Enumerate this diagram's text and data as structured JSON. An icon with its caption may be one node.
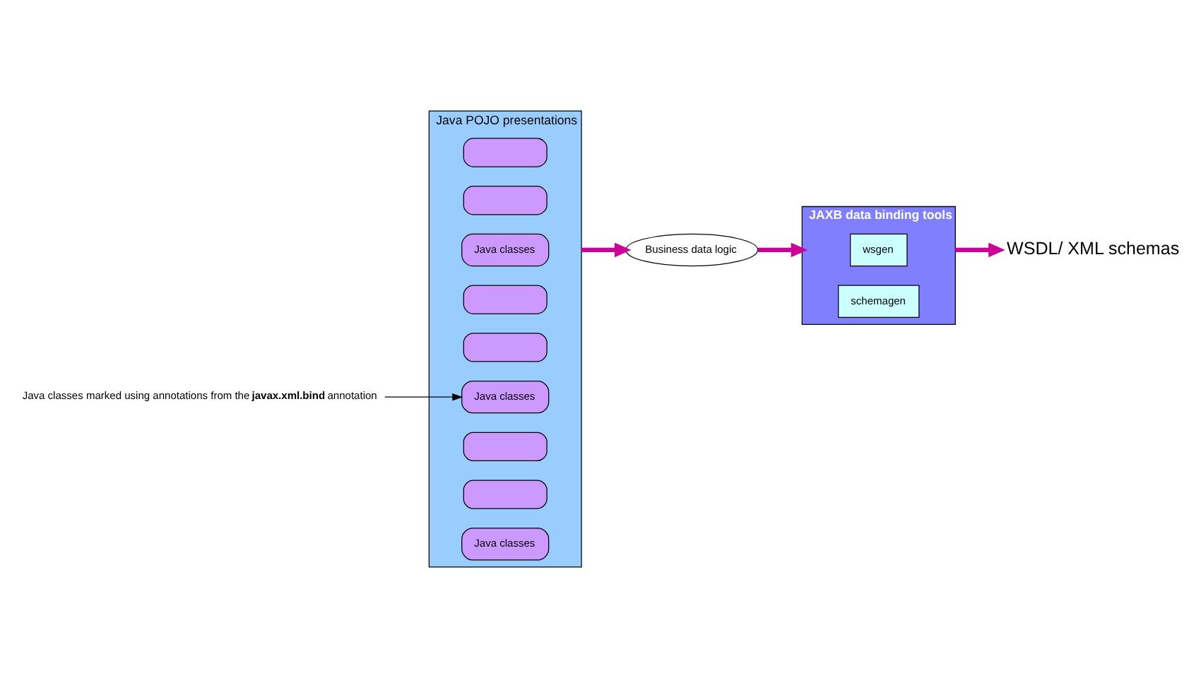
{
  "diagram": {
    "nodes": [
      {
        "text": [
          "JAXB data binding tools"
        ]
      },
      {
        "text": [
          "wsgen"
        ],
        "in": 0
      },
      {
        "text": [
          "schemagen"
        ],
        "in": 0
      },
      {
        "text": [
          "Business data logic"
        ]
      },
      {
        "text": [
          "WSDL/ XML schemas"
        ]
      },
      {
        "text": [
          "Java POJO presentations"
        ]
      },
      {
        "text": [],
        "shape": "box",
        "in": 5
      },
      {
        "text": [],
        "shape": "box",
        "in": 5
      },
      {
        "text": [
          "Java classes"
        ],
        "in": 5
      },
      {
        "text": [],
        "shape": "box",
        "in": 5
      },
      {
        "text": [],
        "shape": "box",
        "in": 5
      },
      {
        "text": [
          "Java classes"
        ],
        "in": 5
      },
      {
        "text": [],
        "shape": "box",
        "in": 5
      },
      {
        "text": [],
        "shape": "box",
        "in": 5
      },
      {
        "text": [
          "Java classes"
        ],
        "in": 5
      },
      {
        "text": [
          "Java classes marked using annotations from the **javax.xml.bind** annotation"
        ]
      }
    ],
    "edges": [
      {
        "from": 0,
        "to": 4,
        "arrow": "to"
      },
      {
        "from": 3,
        "to": 0,
        "arrow": "to"
      },
      {
        "from": 5,
        "to": 3,
        "arrow": "to"
      },
      {
        "from": 15,
        "to": 11,
        "arrow": "to",
        "color": "#000000"
      }
    ]
  }
}
